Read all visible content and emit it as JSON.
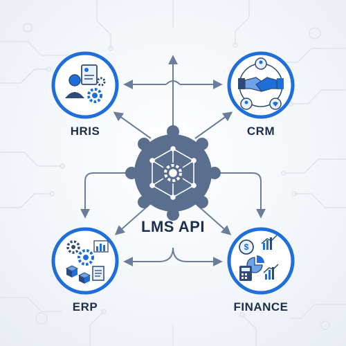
{
  "diagram": {
    "center": {
      "label": "LMS API",
      "icon": "gear-network-icon"
    },
    "nodes": [
      {
        "id": "hris",
        "label": "HRIS",
        "icon": "hr-profile-gears-icon"
      },
      {
        "id": "crm",
        "label": "CRM",
        "icon": "handshake-contacts-icon"
      },
      {
        "id": "erp",
        "label": "ERP",
        "icon": "gears-boxes-chart-icon"
      },
      {
        "id": "finance",
        "label": "FINANCE",
        "icon": "dollar-calculator-chart-icon"
      }
    ],
    "colors": {
      "accent": "#1e6fd9",
      "dark": "#2d4a78",
      "hub": "#5a6e8e",
      "connector": "#6a7d9a",
      "circuit": "#dde4ee"
    }
  }
}
